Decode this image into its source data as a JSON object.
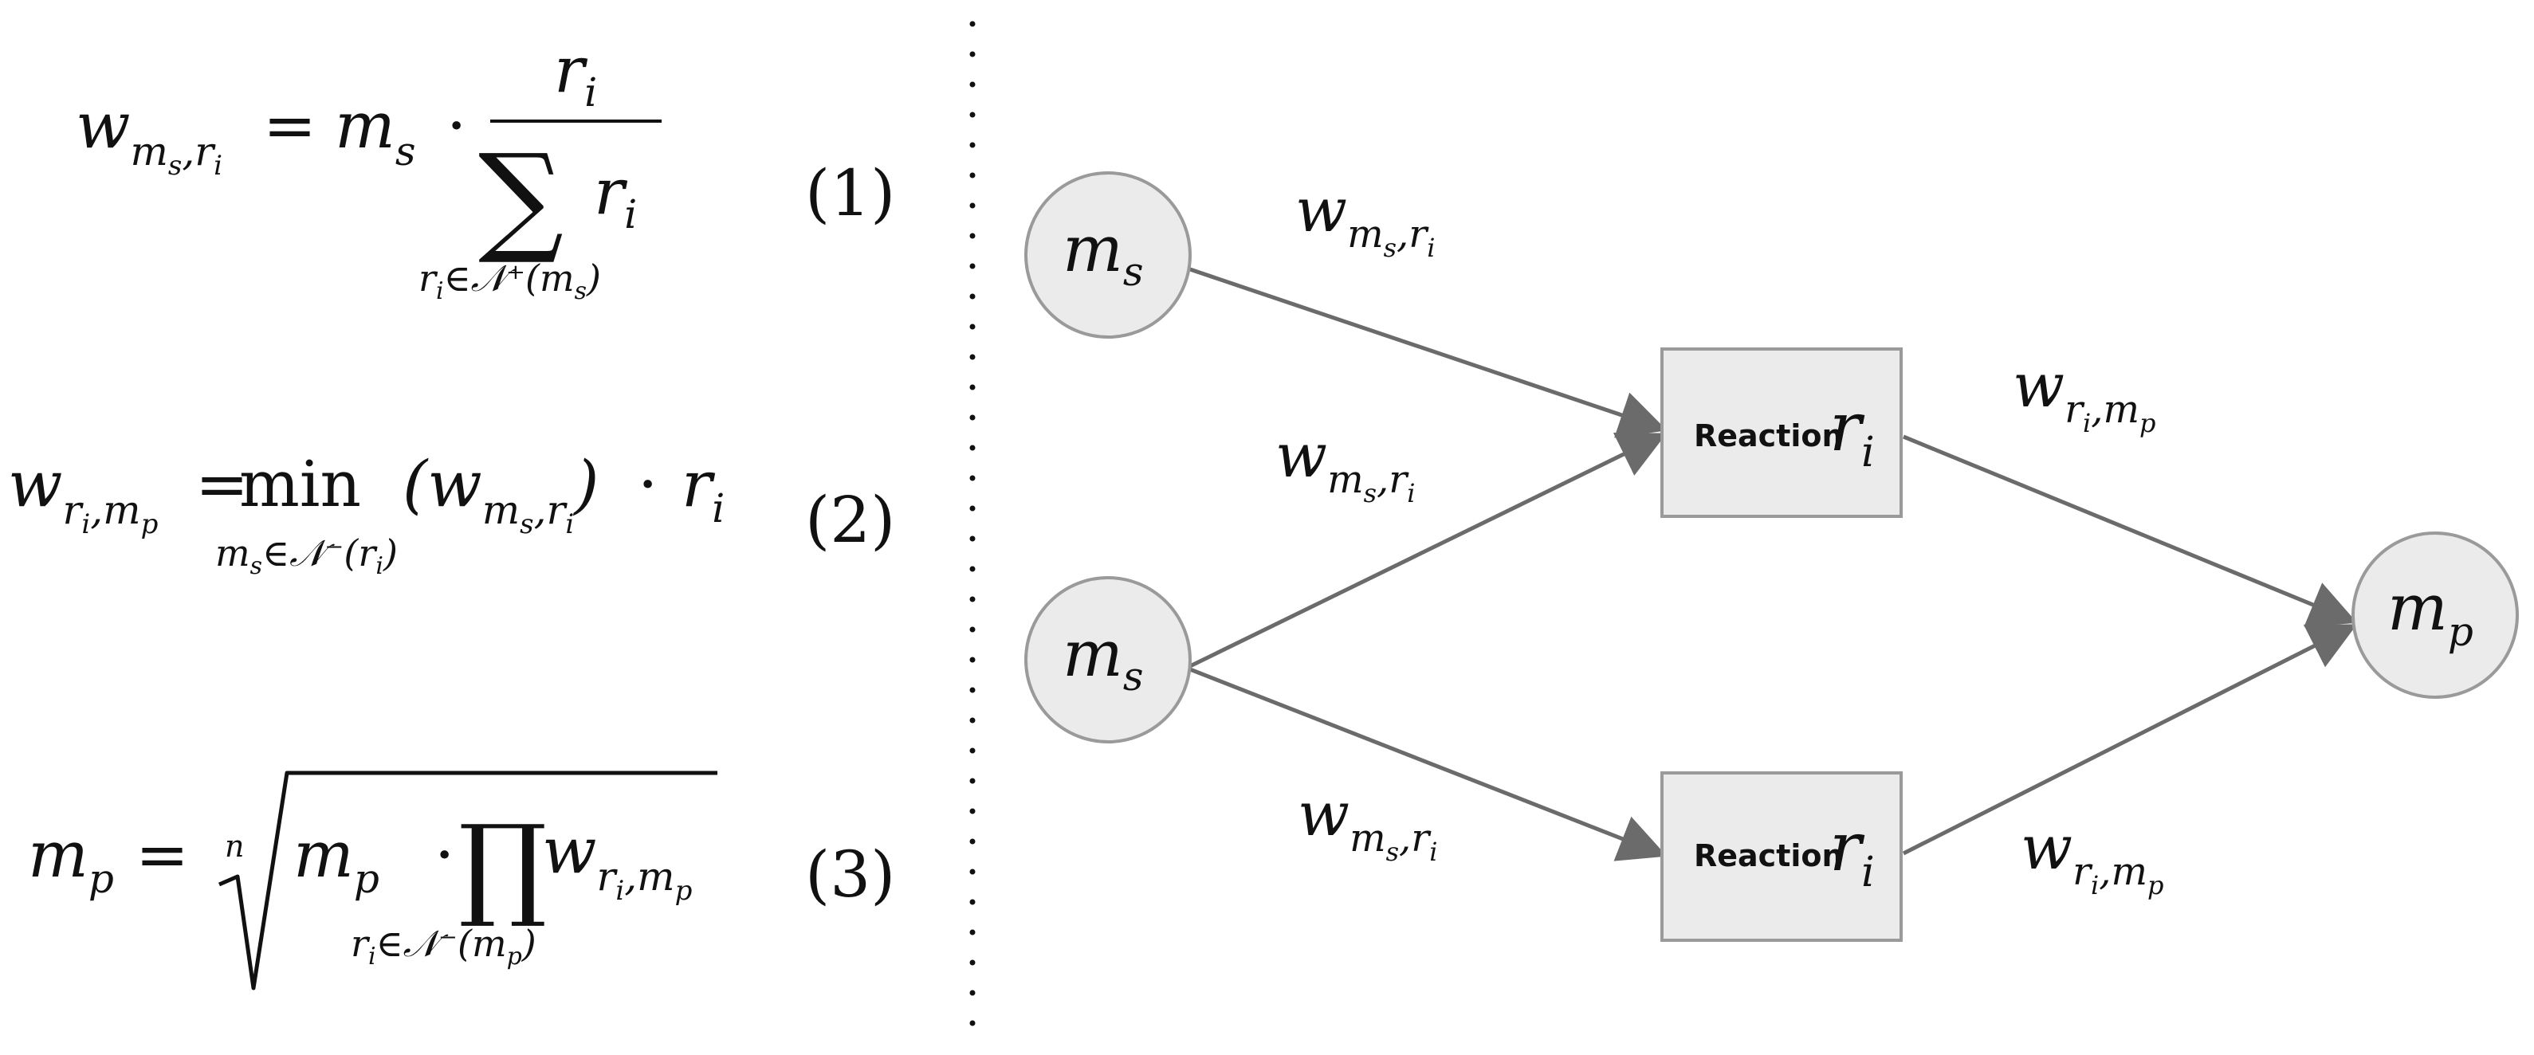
{
  "equations": {
    "eq1": {
      "number": "(1)",
      "lhs": "w",
      "lhs_sub": "m",
      "lhs_subsub": "s",
      "lhs_sub_rest": ",r",
      "lhs_subsub2": "i",
      "equals": "=",
      "factor": "m",
      "factor_sub": "s",
      "dot": "·",
      "num": "r",
      "num_sub": "i",
      "sum": "∑",
      "den": "r",
      "den_sub": "i",
      "range_var": "r",
      "range_var_sub": "i",
      "range_rest": "∈𝒩⁺(m",
      "range_rest_sub": "s",
      "range_close": ")"
    },
    "eq2": {
      "number": "(2)",
      "lhs": "w",
      "lhs_sub": "r",
      "lhs_subsub": "i",
      "lhs_sub_rest": ",m",
      "lhs_subsub2": "p",
      "equals": "=",
      "min": "min",
      "open": "(w",
      "arg_sub": "m",
      "arg_subsub": "s",
      "arg_sub_rest": ",r",
      "arg_subsub2": "i",
      "close": ")",
      "dot": "·",
      "tail": "r",
      "tail_sub": "i",
      "range_var": "m",
      "range_var_sub": "s",
      "range_rest": "∈𝒩⁻(r",
      "range_rest_sub": "i",
      "range_close": ")"
    },
    "eq3": {
      "number": "(3)",
      "lhs": "m",
      "lhs_sub": "p",
      "equals": "=",
      "root_index": "n",
      "inner": "m",
      "inner_sub": "p",
      "dot": "·",
      "prod": "∏",
      "term": "w",
      "term_sub": "r",
      "term_subsub": "i",
      "term_sub_rest": ",m",
      "term_subsub2": "p",
      "range_var": "r",
      "range_var_sub": "i",
      "range_rest": "∈𝒩⁻(m",
      "range_rest_sub": "p",
      "range_close": ")"
    }
  },
  "diagram": {
    "nodes": {
      "ms_top": {
        "label": "m",
        "sub": "s"
      },
      "ms_bottom": {
        "label": "m",
        "sub": "s"
      },
      "mp": {
        "label": "m",
        "sub": "p"
      },
      "reaction_top": {
        "word": "Reaction",
        "var": "r",
        "sub": "i"
      },
      "reaction_bottom": {
        "word": "Reaction",
        "var": "r",
        "sub": "i"
      }
    },
    "edge_labels": {
      "e1": {
        "w": "w",
        "sub": "m",
        "subsub": "s",
        "rest": ",r",
        "subsub2": "i"
      },
      "e2": {
        "w": "w",
        "sub": "m",
        "subsub": "s",
        "rest": ",r",
        "subsub2": "i"
      },
      "e3": {
        "w": "w",
        "sub": "m",
        "subsub": "s",
        "rest": ",r",
        "subsub2": "i"
      },
      "e4": {
        "w": "w",
        "sub": "r",
        "subsub": "i",
        "rest": ",m",
        "subsub2": "p"
      },
      "e5": {
        "w": "w",
        "sub": "r",
        "subsub": "i",
        "rest": ",m",
        "subsub2": "p"
      }
    },
    "colors": {
      "node_fill": "#ebebeb",
      "node_stroke": "#9a9a9a",
      "edge": "#6b6b6b",
      "divider": "#111111"
    }
  }
}
